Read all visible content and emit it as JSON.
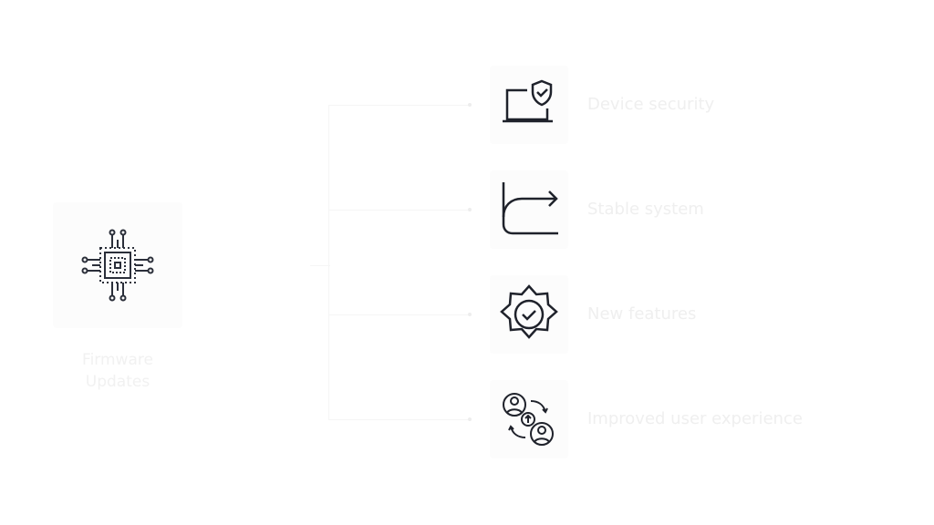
{
  "hub": {
    "icon": "circuit-chip-icon",
    "label_line1": "Firmware",
    "label_line2": "Updates"
  },
  "items": [
    {
      "icon": "laptop-shield-icon",
      "label": "Device security"
    },
    {
      "icon": "branch-arrow-icon",
      "label": "Stable system"
    },
    {
      "icon": "badge-check-icon",
      "label": "New features"
    },
    {
      "icon": "users-sync-icon",
      "label": "Improved user experience"
    }
  ]
}
